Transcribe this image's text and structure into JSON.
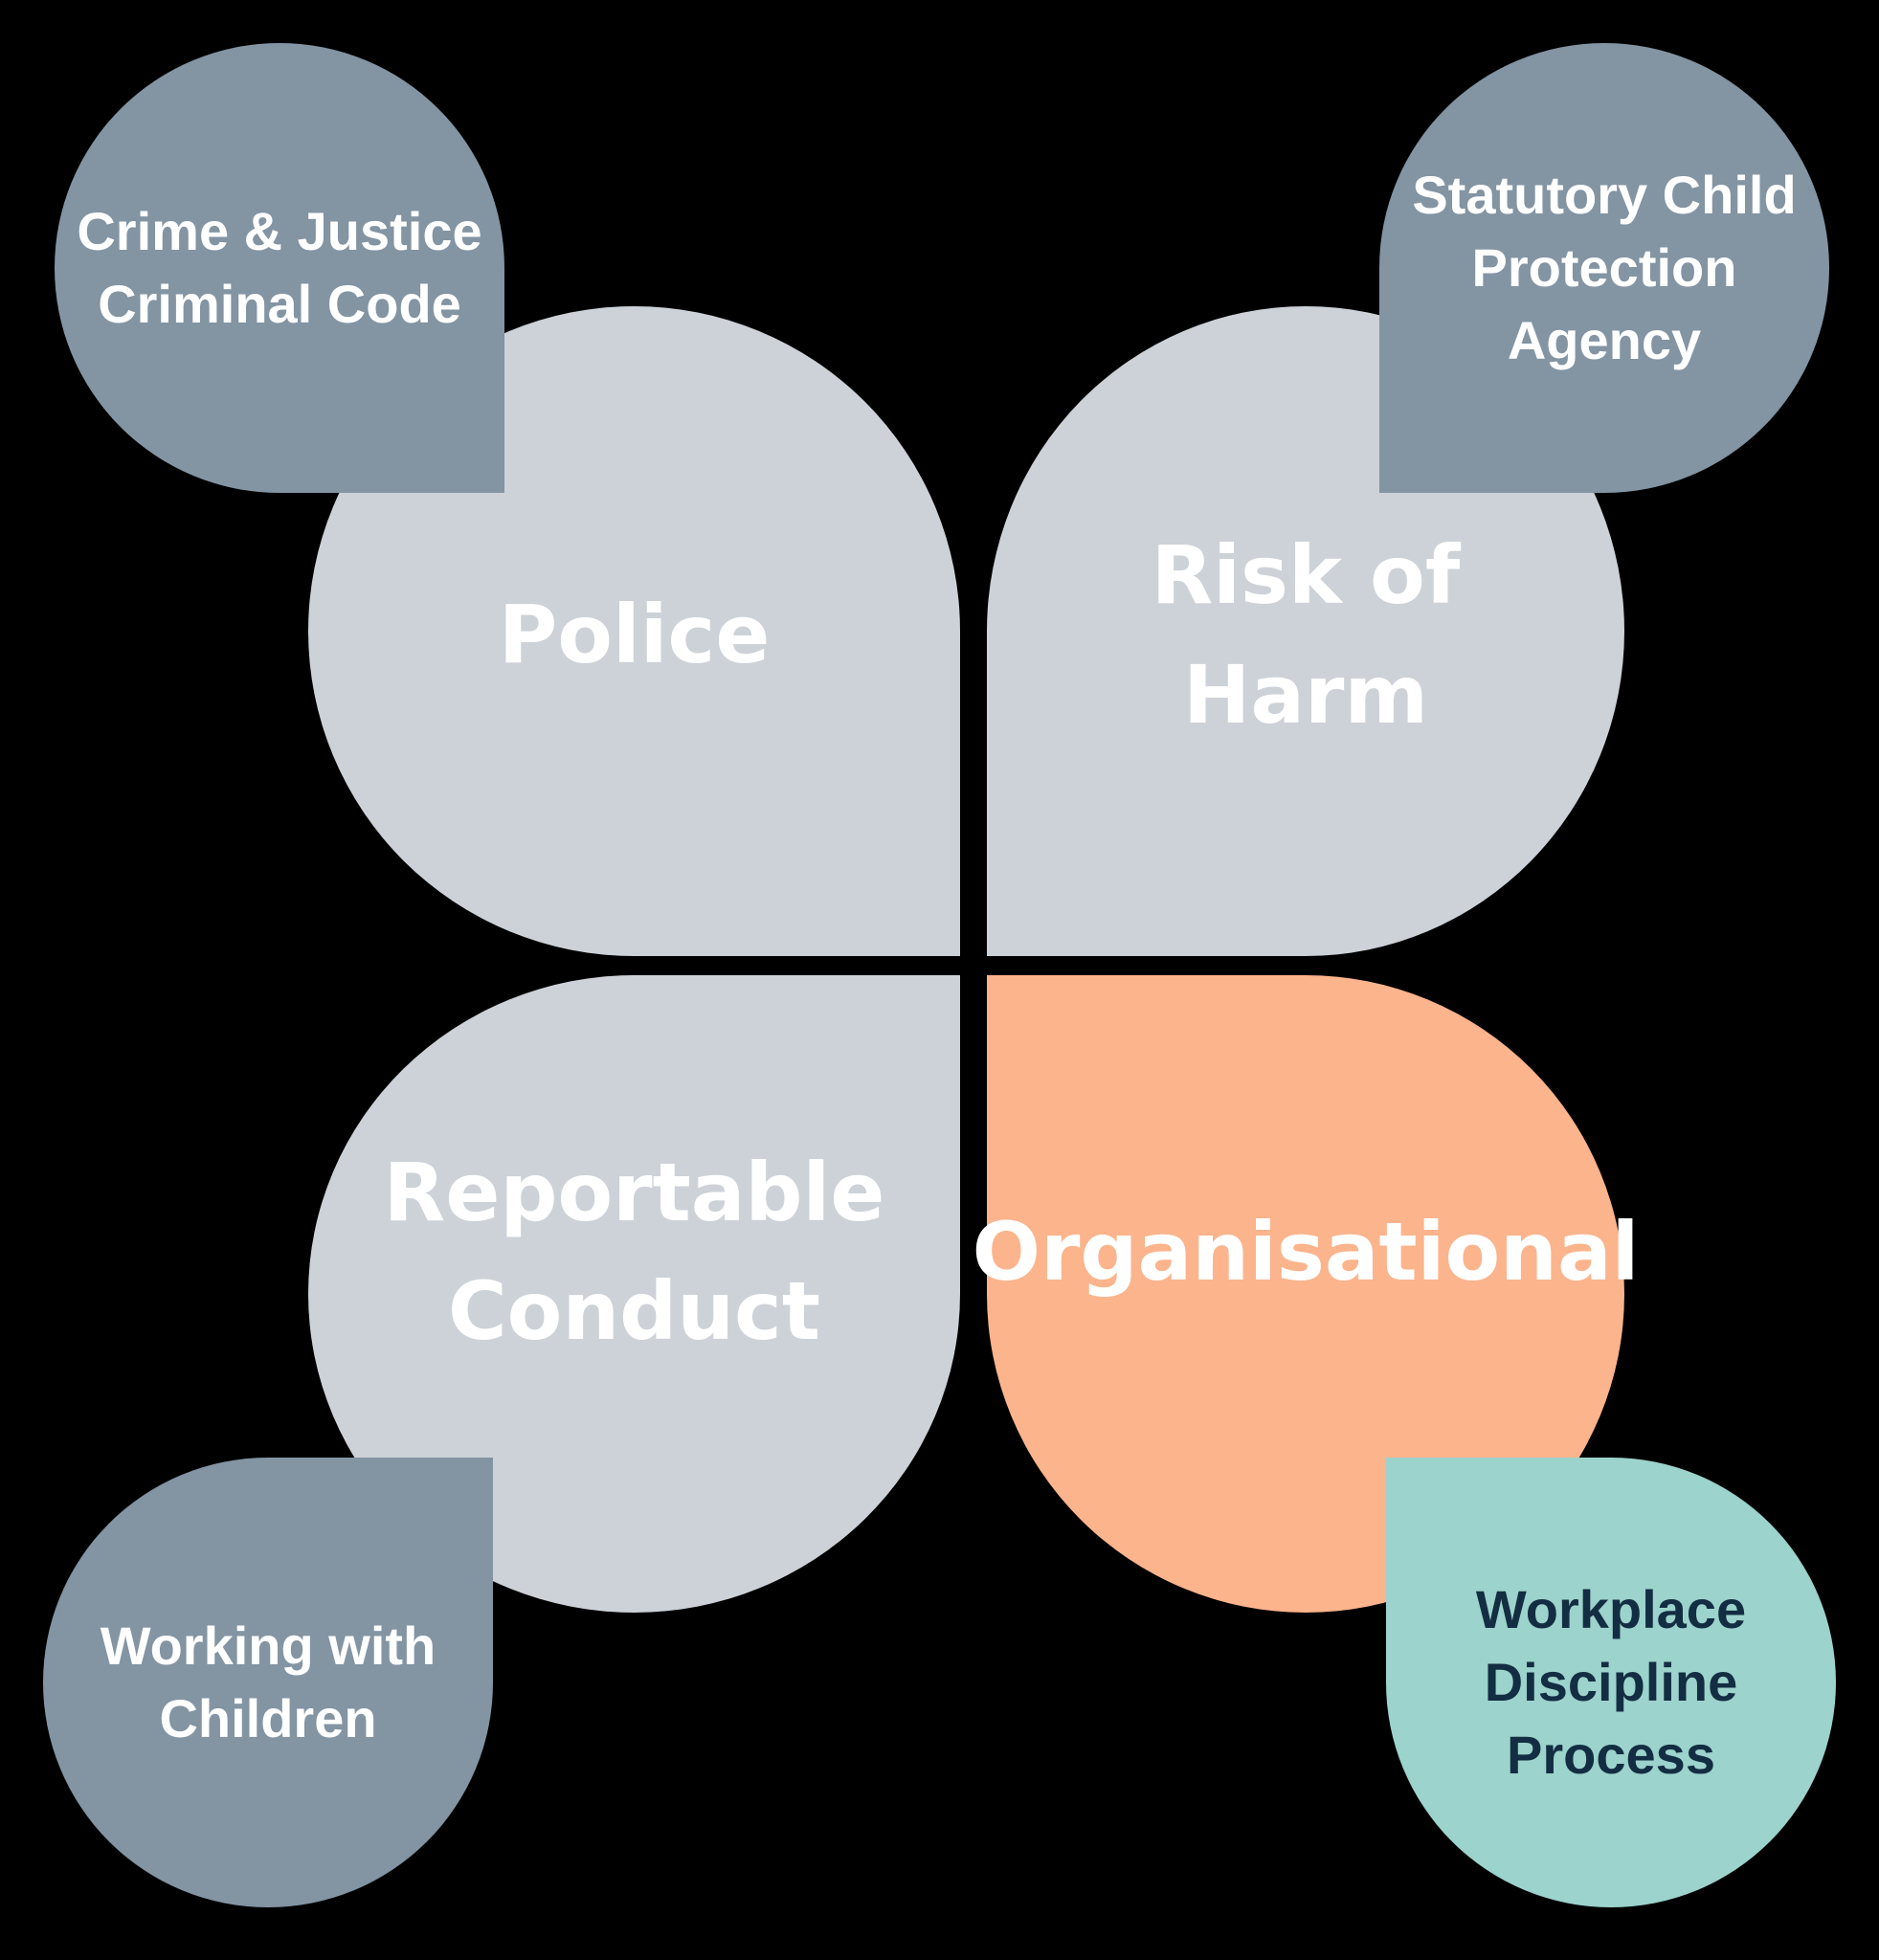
{
  "diagram": {
    "background_color": "#000000",
    "petals": {
      "police": {
        "label_lines": [
          "Police"
        ],
        "color": "#cdd2d8",
        "text_color": "#ffffff"
      },
      "risk_of_harm": {
        "label_lines": [
          "Risk of",
          "Harm"
        ],
        "color": "#cdd2d8",
        "text_color": "#ffffff"
      },
      "reportable_conduct": {
        "label_lines": [
          "Reportable",
          "Conduct"
        ],
        "color": "#cdd2d8",
        "text_color": "#ffffff"
      },
      "organisational": {
        "label_lines": [
          "Organisational"
        ],
        "color": "#fbb48c",
        "text_color": "#ffffff"
      }
    },
    "corner_circles": {
      "crime_justice": {
        "label_lines": [
          "Crime & Justice",
          "Criminal Code"
        ],
        "color": "#8394a3",
        "text_color": "#ffffff"
      },
      "statutory_child_protection": {
        "label_lines": [
          "Statutory Child",
          "Protection",
          "Agency"
        ],
        "color": "#8394a3",
        "text_color": "#ffffff"
      },
      "working_with_children": {
        "label_lines": [
          "Working with",
          "Children"
        ],
        "color": "#8394a3",
        "text_color": "#ffffff"
      },
      "workplace_discipline": {
        "label_lines": [
          "Workplace",
          "Discipline",
          "Process"
        ],
        "color": "#9cd3cc",
        "text_color": "#132d42"
      }
    }
  }
}
